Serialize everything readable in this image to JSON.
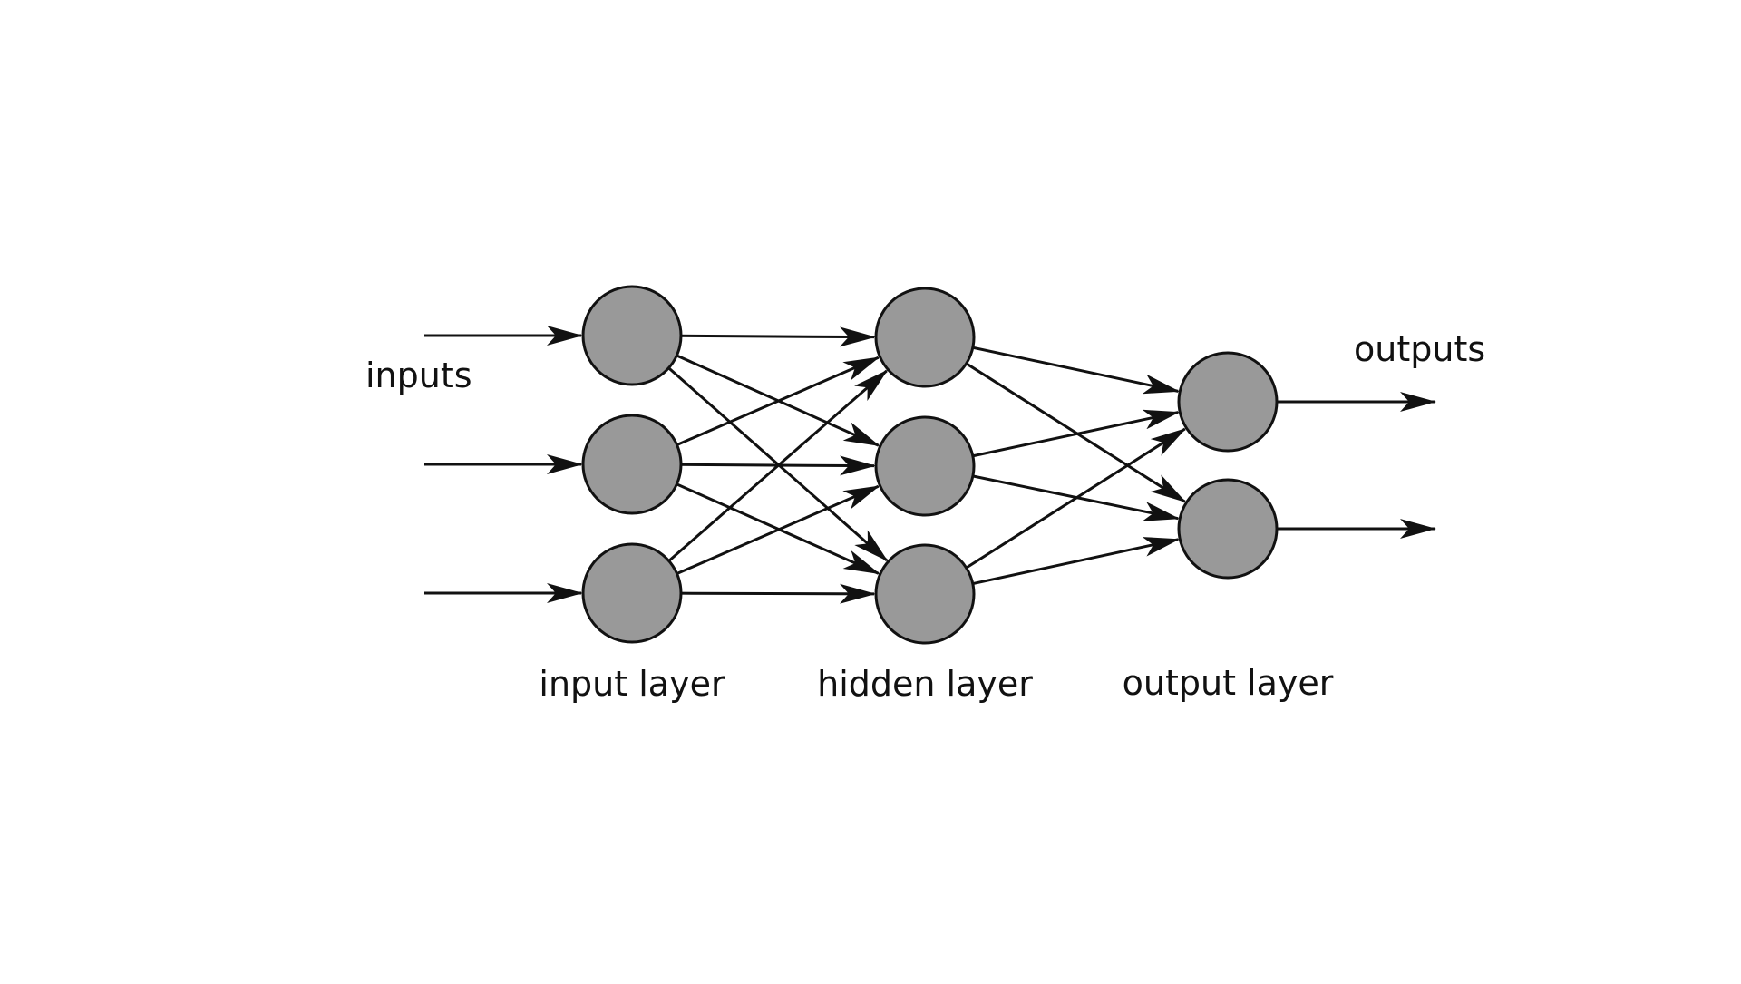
{
  "labels": {
    "inputs": "inputs",
    "outputs": "outputs",
    "input_layer": "input layer",
    "hidden_layer": "hidden layer",
    "output_layer": "output layer"
  },
  "network": {
    "layers": [
      {
        "name": "input",
        "nodes": 3
      },
      {
        "name": "hidden",
        "nodes": 3
      },
      {
        "name": "output",
        "nodes": 2
      }
    ],
    "external_inputs": 3,
    "external_outputs": 2,
    "fully_connected": true
  },
  "colors": {
    "node_fill": "#999999",
    "node_stroke": "#111111",
    "edge": "#111111",
    "background": "#ffffff"
  }
}
